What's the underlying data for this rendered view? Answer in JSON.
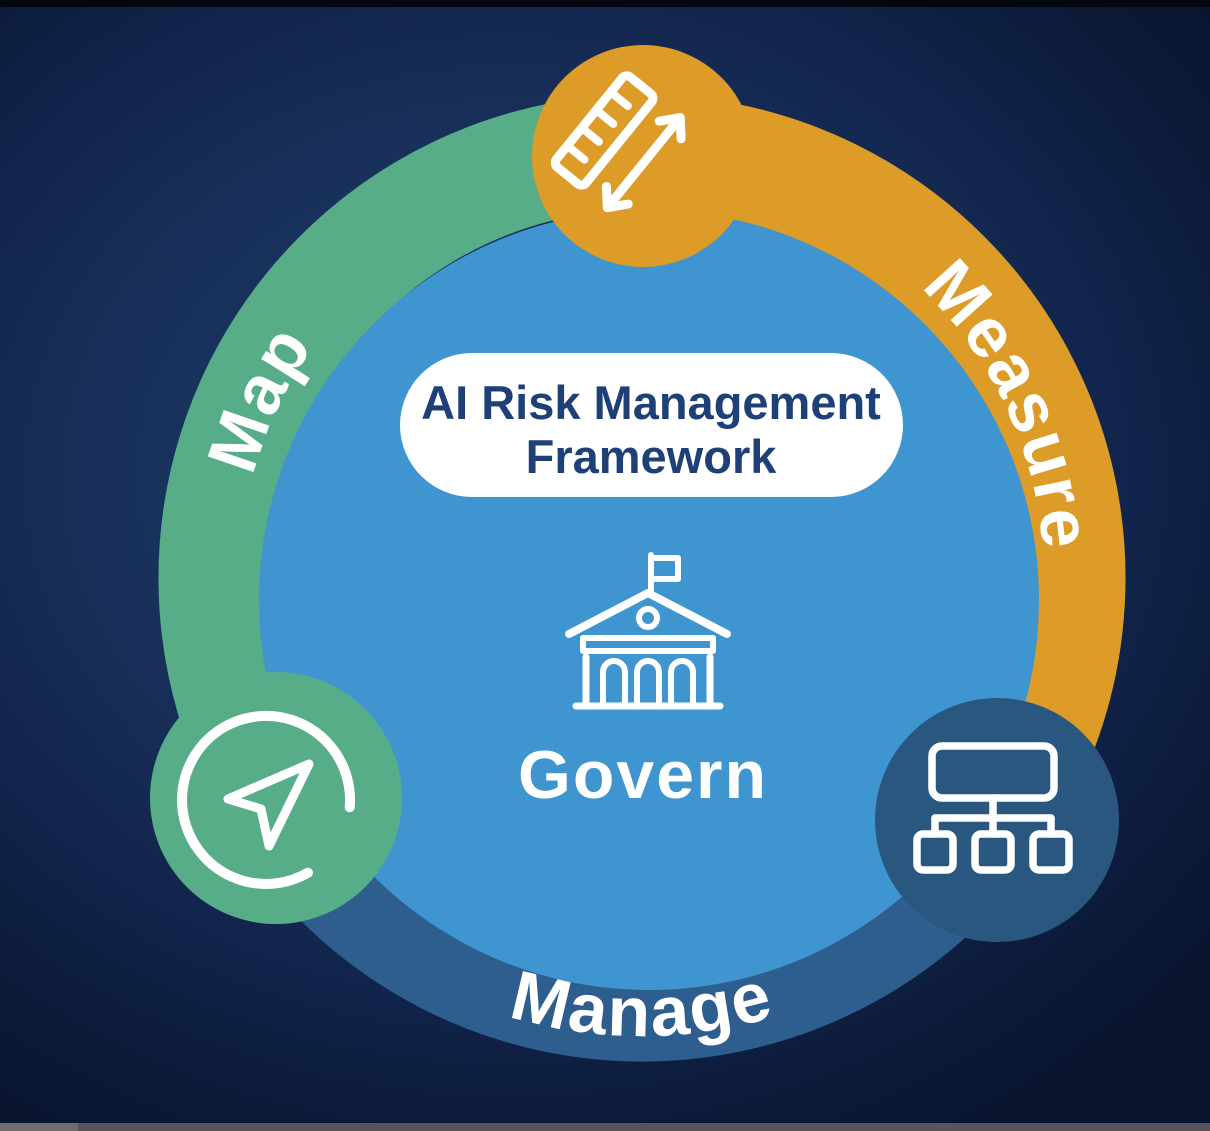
{
  "diagram": {
    "title": {
      "line1": "AI Risk Management",
      "line2": "Framework"
    },
    "center": {
      "label": "Govern",
      "icon": "government-building-icon"
    },
    "ring": {
      "map": {
        "label": "Map",
        "icon": "navigation-arrow-icon"
      },
      "measure": {
        "label": "Measure",
        "icon": "ruler-measure-icon"
      },
      "manage": {
        "label": "Manage",
        "icon": "org-chart-icon"
      }
    }
  },
  "colors": {
    "background_navy": "#15294e",
    "green": "#57ad88",
    "orange": "#dd9b28",
    "manage_blue": "#2e5e8e",
    "node_blue": "#29577f",
    "center_blue": "#3f95d0",
    "pill_bg": "#ffffff",
    "pill_text": "#1e4077",
    "label_text": "#ffffff",
    "icon_stroke": "#ffffff"
  },
  "player": {
    "track_color": "#57555b",
    "played_color": "#6e6c71"
  }
}
